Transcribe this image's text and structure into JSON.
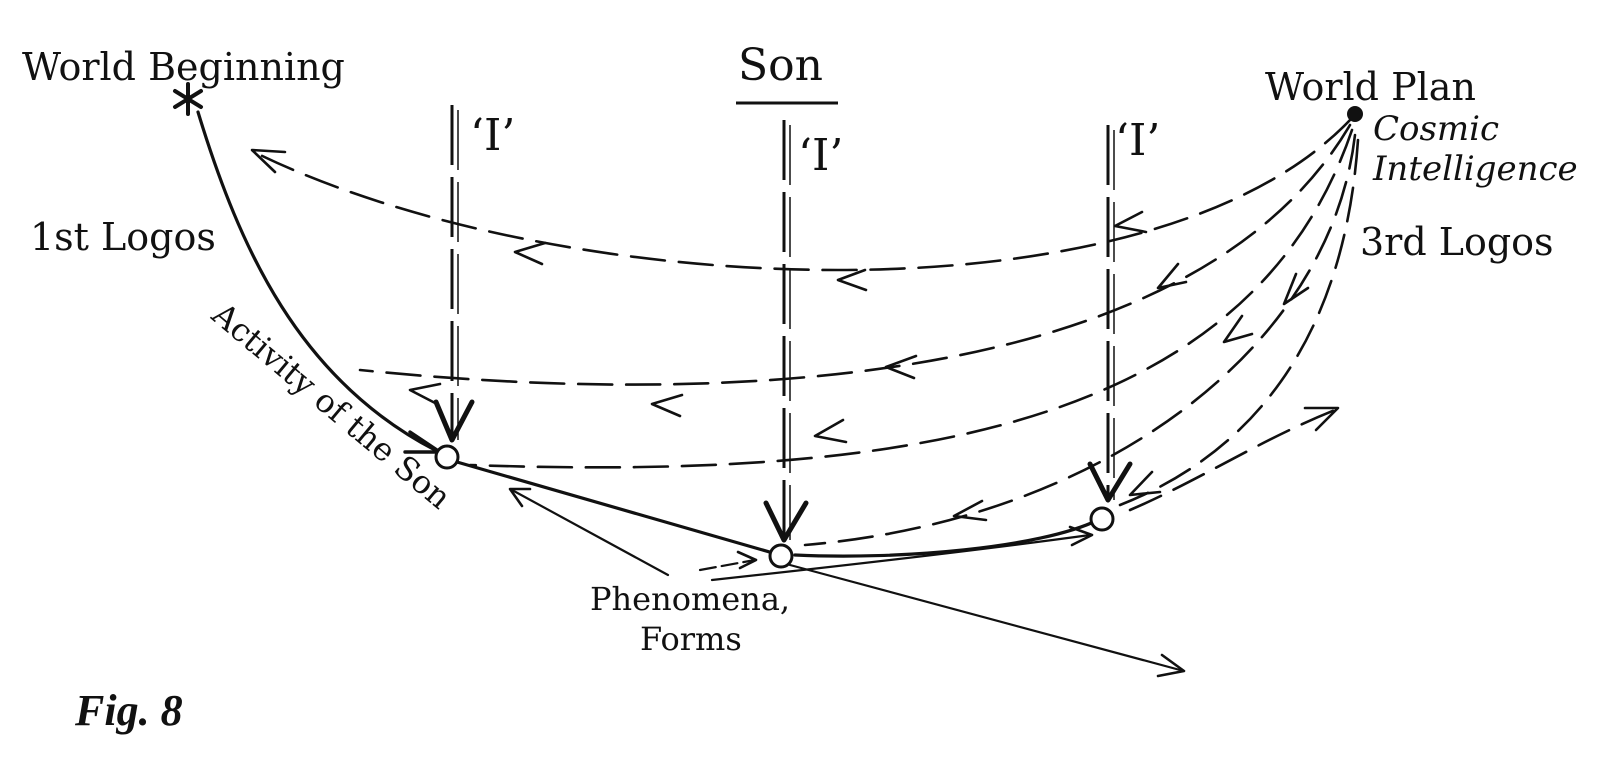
{
  "labels": {
    "world_beginning": "World Beginning",
    "world_plan": "World Plan",
    "son": "Son",
    "cosmic": "Cosmic",
    "intelligence": "Intelligence",
    "first_logos": "1st Logos",
    "third_logos": "3rd Logos",
    "activity_of_son": "Activity of the Son",
    "phenomena": "Phenomena,",
    "forms": "Forms",
    "ego": "‘I’",
    "figure": "Fig. 8"
  },
  "colors": {
    "ink": "#111111",
    "background": "#ffffff"
  }
}
